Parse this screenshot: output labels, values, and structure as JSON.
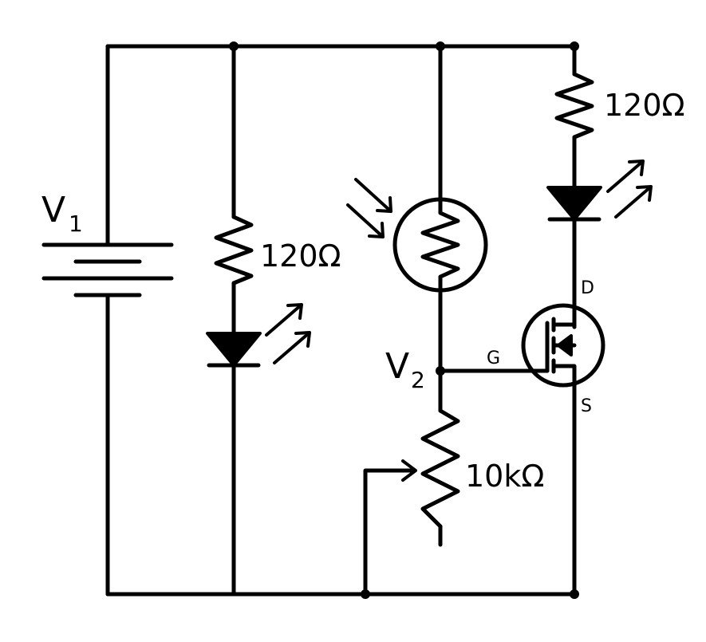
{
  "labels": {
    "v1_main": "V",
    "v1_sub": "1",
    "v2_main": "V",
    "v2_sub": "2",
    "r_left": "120Ω",
    "r_right": "120Ω",
    "pot": "10kΩ",
    "gate": "G",
    "drain": "D",
    "source": "S"
  }
}
